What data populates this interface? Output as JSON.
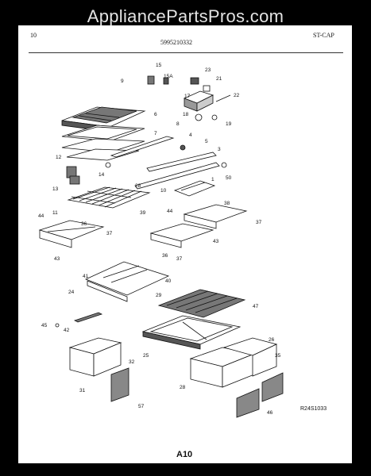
{
  "watermark": "AppliancePartsPros.com",
  "header": {
    "left": "10",
    "center": "5995210332",
    "right": "ST-CAP"
  },
  "reference_code": "R24S1033",
  "page_label": "A10",
  "callouts": [
    "15",
    "15A",
    "23",
    "21",
    "22",
    "9",
    "17",
    "18",
    "19",
    "6",
    "7",
    "8",
    "4",
    "5",
    "3",
    "50",
    "12",
    "14",
    "1",
    "13",
    "28",
    "10",
    "11",
    "39",
    "44",
    "36",
    "37",
    "43",
    "44",
    "38",
    "37",
    "36",
    "43",
    "37",
    "41",
    "40",
    "24",
    "29",
    "47",
    "45",
    "42",
    "26",
    "25",
    "35",
    "31",
    "32",
    "28",
    "57",
    "46"
  ]
}
